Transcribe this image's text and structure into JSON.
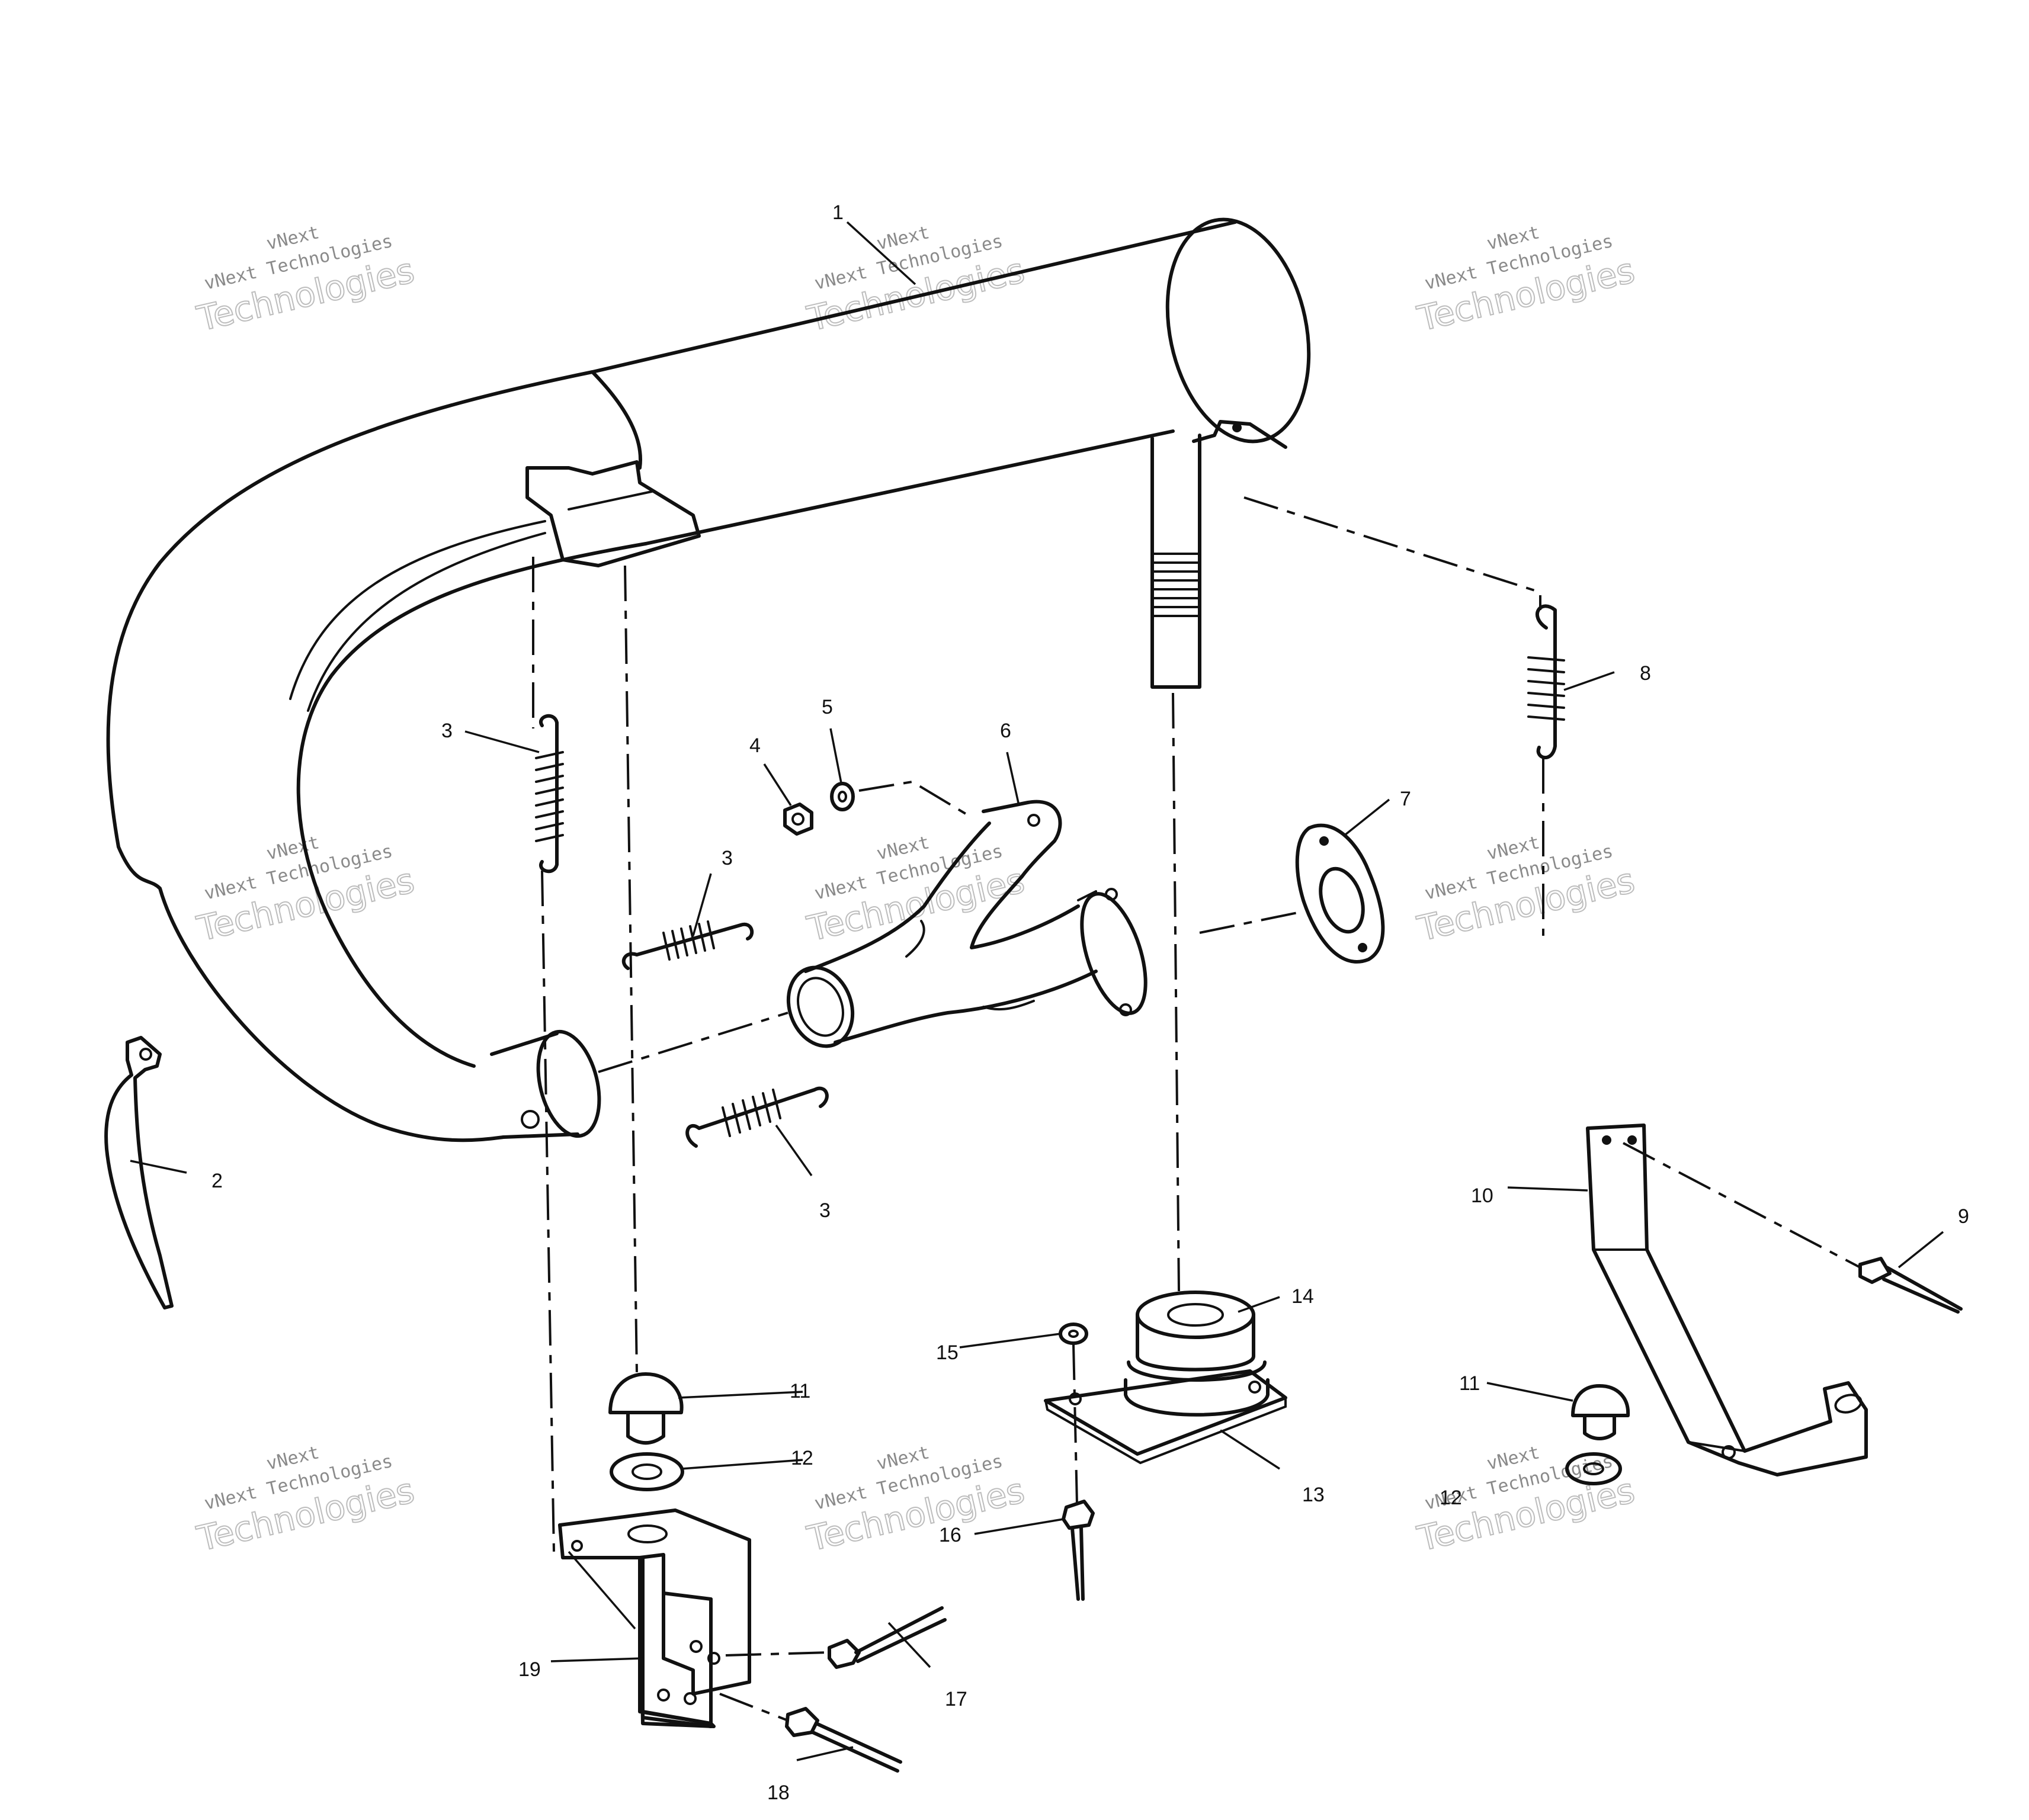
{
  "watermark": {
    "brand": "vNext",
    "small_text": "vNext Technologies",
    "big_text": "Technologies"
  },
  "callouts": [
    {
      "id": "c1",
      "text": "1"
    },
    {
      "id": "c2",
      "text": "2"
    },
    {
      "id": "c3a",
      "text": "3"
    },
    {
      "id": "c3b",
      "text": "3"
    },
    {
      "id": "c3c",
      "text": "3"
    },
    {
      "id": "c4",
      "text": "4"
    },
    {
      "id": "c5",
      "text": "5"
    },
    {
      "id": "c6",
      "text": "6"
    },
    {
      "id": "c7",
      "text": "7"
    },
    {
      "id": "c8",
      "text": "8"
    },
    {
      "id": "c9",
      "text": "9"
    },
    {
      "id": "c10",
      "text": "10"
    },
    {
      "id": "c11a",
      "text": "11"
    },
    {
      "id": "c11b",
      "text": "11"
    },
    {
      "id": "c12a",
      "text": "12"
    },
    {
      "id": "c12b",
      "text": "12"
    },
    {
      "id": "c13",
      "text": "13"
    },
    {
      "id": "c14",
      "text": "14"
    },
    {
      "id": "c15",
      "text": "15"
    },
    {
      "id": "c16",
      "text": "16"
    },
    {
      "id": "c17",
      "text": "17"
    },
    {
      "id": "c18",
      "text": "18"
    },
    {
      "id": "c19",
      "text": "19"
    }
  ]
}
